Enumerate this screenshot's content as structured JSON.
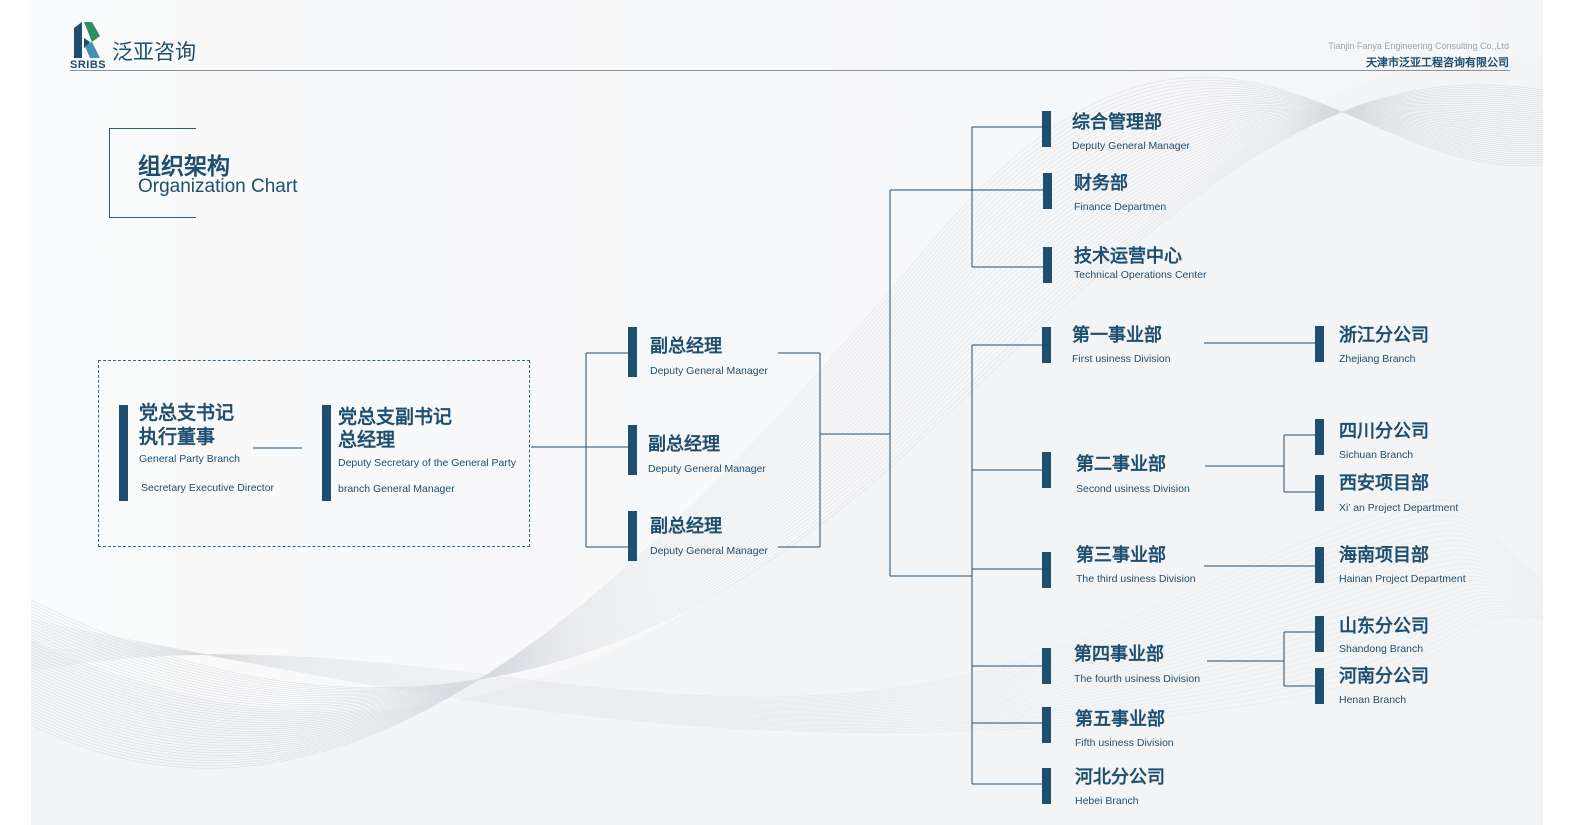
{
  "header": {
    "logo_abbr": "SRIBS",
    "logo_name": "泛亚咨询",
    "company_en": "Tianjin Fanya Engineering Consulting Co.,Ltd",
    "company_cn": "天津市泛亚工程咨询有限公司"
  },
  "title": {
    "cn": "组织架构",
    "en": "Organization Chart"
  },
  "colors": {
    "primary": "#1f4e6e",
    "background": "#f3f4f6",
    "accent_light": "#9aa5ae"
  },
  "leadership": {
    "party_secretary": {
      "cn_line1": "党总支书记",
      "cn_line2": "执行董事",
      "en_line1": "General Party Branch",
      "en_line2": "Secretary Executive Director"
    },
    "deputy_secretary": {
      "cn_line1": "党总支副书记",
      "cn_line2": "总经理",
      "en_line1": "Deputy Secretary of the General Party",
      "en_line2": "branch General Manager"
    }
  },
  "deputy_managers": [
    {
      "cn": "副总经理",
      "en": "Deputy General  Manager"
    },
    {
      "cn": "副总经理",
      "en": "Deputy General  Manager"
    },
    {
      "cn": "副总经理",
      "en": "Deputy General  Manager"
    }
  ],
  "admin_departments": [
    {
      "cn": "综合管理部",
      "en": "Deputy General  Manager"
    },
    {
      "cn": "财务部",
      "en": "Finance Departmen"
    },
    {
      "cn": "技术运营中心",
      "en": "Technical Operations Center"
    }
  ],
  "divisions": [
    {
      "cn": "第一事业部",
      "en": "First usiness Division"
    },
    {
      "cn": "第二事业部",
      "en": "Second usiness Division"
    },
    {
      "cn": "第三事业部",
      "en": "The third usiness Division"
    },
    {
      "cn": "第四事业部",
      "en": "The fourth  usiness Division"
    },
    {
      "cn": "第五事业部",
      "en": "Fifth usiness Division"
    },
    {
      "cn": "河北分公司",
      "en": "Hebei Branch"
    }
  ],
  "branches": [
    {
      "cn": "浙江分公司",
      "en": "Zhejiang Branch"
    },
    {
      "cn": "四川分公司",
      "en": "Sichuan Branch"
    },
    {
      "cn": "西安项目部",
      "en": "Xi’  an Project  Department"
    },
    {
      "cn": "海南项目部",
      "en": "Hainan Project  Department"
    },
    {
      "cn": "山东分公司",
      "en": "Shandong Branch"
    },
    {
      "cn": "河南分公司",
      "en": "Henan Branch"
    }
  ]
}
